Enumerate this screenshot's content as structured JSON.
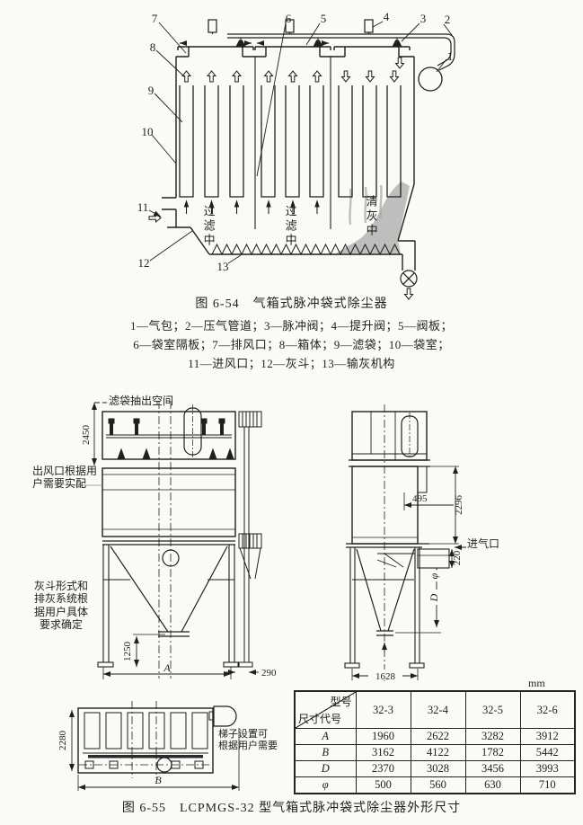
{
  "page": {
    "bg": "#fbfaf6",
    "ink": "#1f1f1f"
  },
  "fig54": {
    "caption": "图 6-54　气箱式脉冲袋式除尘器",
    "legend1": "1—气包；2—压气管道；3—脉冲阀；4—提升阀；5—阀板；",
    "legend2": "6—袋室隔板；7—排风口；8—箱体；9—滤袋；10—袋室；",
    "legend3": "11—进风口；12—灰斗；13—输灰机构",
    "callouts": [
      "1",
      "2",
      "3",
      "4",
      "5",
      "6",
      "7",
      "8",
      "9",
      "10",
      "11",
      "12",
      "13"
    ],
    "chamber1": "过滤中",
    "chamber2": "过滤中",
    "chamber3": "清灰中"
  },
  "fig55": {
    "caption": "图 6-55　LCPMGS-32 型气箱式脉冲袋式除尘器外形尺寸",
    "unit": "mm",
    "front": {
      "bag_space": "滤袋抽出空间",
      "outlet_note": "出风口根据用\n户需要实配",
      "hopper_note": "灰斗形式和\n排灰系统根\n据用户具体\n要求确定",
      "dim_height": "2450",
      "dim_hopper": "1250",
      "dim_width": "A",
      "dim_offset": "290"
    },
    "side": {
      "dim_495": "495",
      "dim_2296": "2296",
      "inlet_label": "进气口",
      "dim_220": "220",
      "dim_phi": "φ",
      "dim_d": "D",
      "dim_1628": "1628"
    },
    "plan": {
      "dim_depth": "2280",
      "dim_width": "B",
      "ladder_note": "梯子设置可\n根据用户需要"
    },
    "table": {
      "corner_top": "型号",
      "corner_bottom": "尺寸代号",
      "columns": [
        "32-3",
        "32-4",
        "32-5",
        "32-6"
      ],
      "rows": [
        {
          "label": "A",
          "values": [
            "1960",
            "2622",
            "3282",
            "3912"
          ]
        },
        {
          "label": "B",
          "values": [
            "3162",
            "4122",
            "1782",
            "5442"
          ]
        },
        {
          "label": "D",
          "values": [
            "2370",
            "3028",
            "3456",
            "3993"
          ]
        },
        {
          "label": "φ",
          "values": [
            "500",
            "560",
            "630",
            "710"
          ]
        }
      ]
    }
  }
}
